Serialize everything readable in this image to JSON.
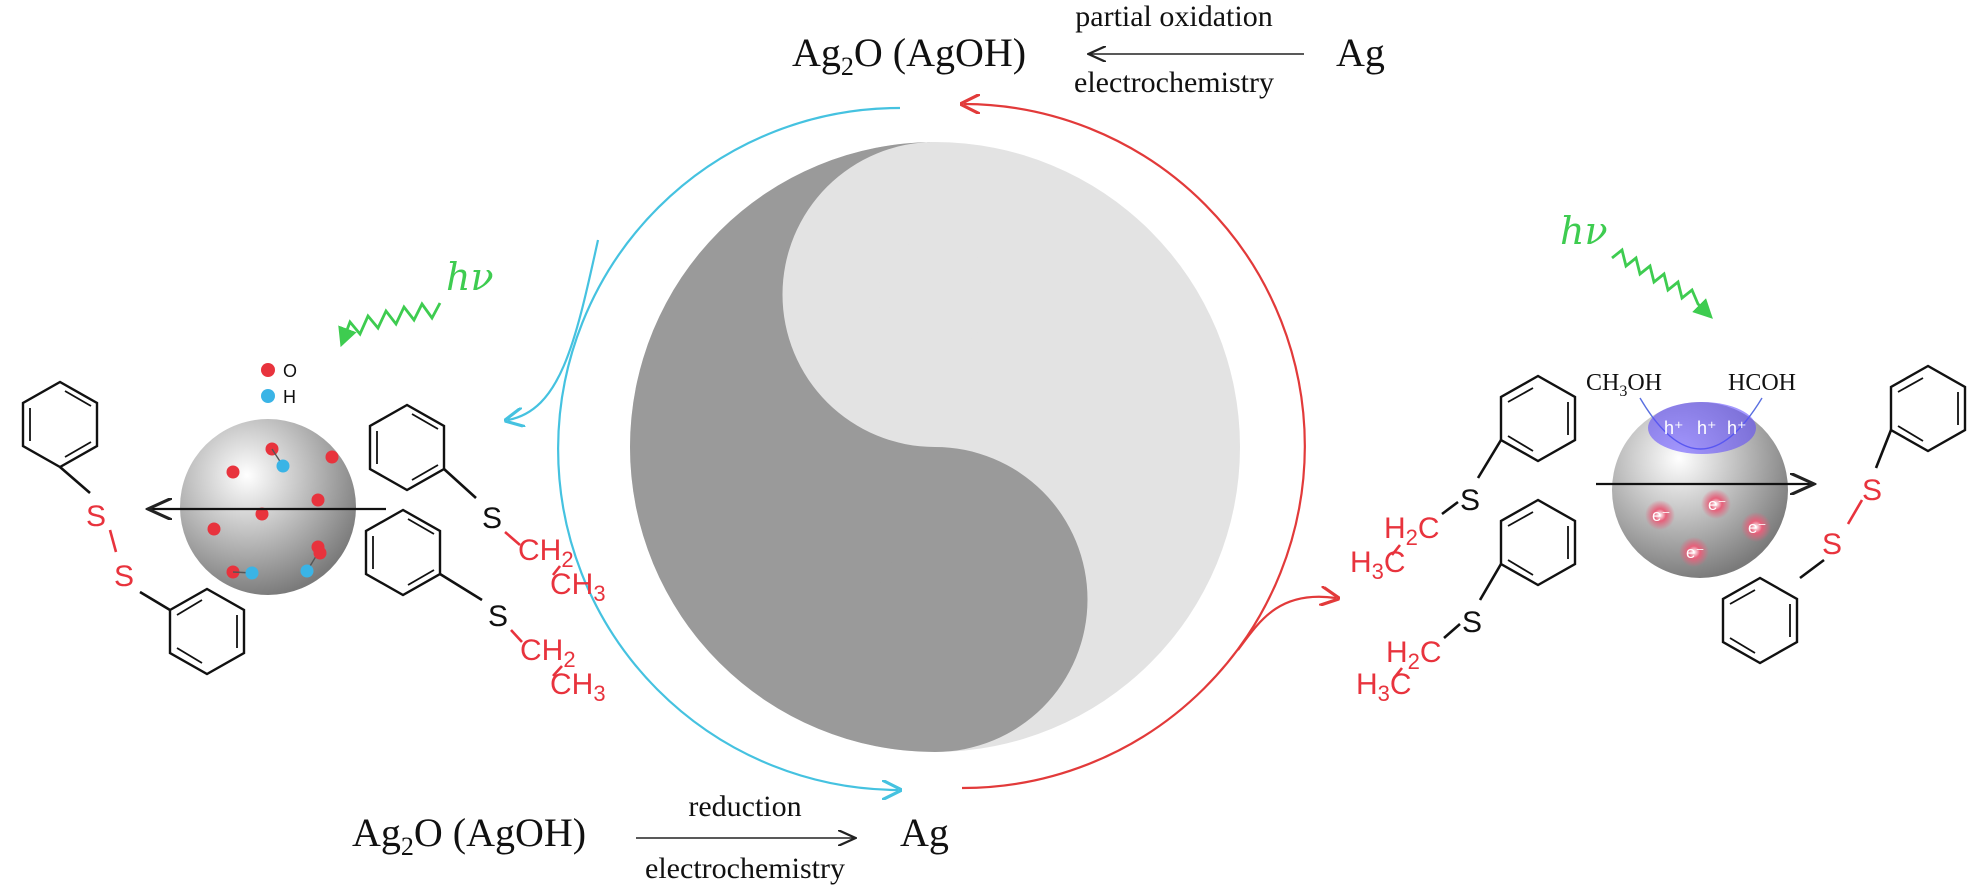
{
  "top_reaction": {
    "product": "Ag",
    "product_sub": "2",
    "product_rest": "O (AgOH)",
    "condition_above": "partial oxidation",
    "condition_below": "electrochemistry",
    "reactant": "Ag"
  },
  "bottom_reaction": {
    "reactant": "Ag",
    "reactant_sub": "2",
    "reactant_rest": "O (AgOH)",
    "condition_above": "reduction",
    "condition_below": "electrochemistry",
    "product": "Ag"
  },
  "left_panel": {
    "photon_label": "hν",
    "legend": [
      {
        "label": "O",
        "color": "#e8333d"
      },
      {
        "label": "H",
        "color": "#3ab4e6"
      }
    ],
    "ethyl_1": {
      "s": "S",
      "ch2": "CH",
      "ch2_sub": "2",
      "ch3": "CH",
      "ch3_sub": "3"
    },
    "ethyl_2": {
      "s": "S",
      "ch2": "CH",
      "ch2_sub": "2",
      "ch3": "CH",
      "ch3_sub": "3"
    },
    "disulfide": {
      "s1": "S",
      "s2": "S"
    }
  },
  "right_panel": {
    "photon_label": "hν",
    "methanol": "CH",
    "methanol_sub": "3",
    "methanol_rest": "OH",
    "formaldehyde": "HCOH",
    "holes": [
      "h⁺",
      "h⁺",
      "h⁺"
    ],
    "electrons": [
      "e⁻",
      "e⁻",
      "e⁻",
      "e⁻"
    ],
    "ethyl_1": {
      "s": "S",
      "h2c": "H",
      "h2c_sub": "2",
      "h2c_rest": "C",
      "h3c": "H",
      "h3c_sub": "3",
      "h3c_rest": "C"
    },
    "ethyl_2": {
      "s": "S",
      "h2c": "H",
      "h2c_sub": "2",
      "h2c_rest": "C",
      "h3c": "H",
      "h3c_sub": "3",
      "h3c_rest": "C"
    },
    "disulfide": {
      "s1": "S",
      "s2": "S"
    }
  },
  "colors": {
    "cycle_cyan": "#45c2e0",
    "cycle_red": "#e23a3a",
    "yin_dark": "#9a9a9a",
    "yin_light": "#e3e3e3",
    "photon_green": "#3ecc50",
    "atom_red": "#e8333d",
    "bond_black": "#111111"
  }
}
